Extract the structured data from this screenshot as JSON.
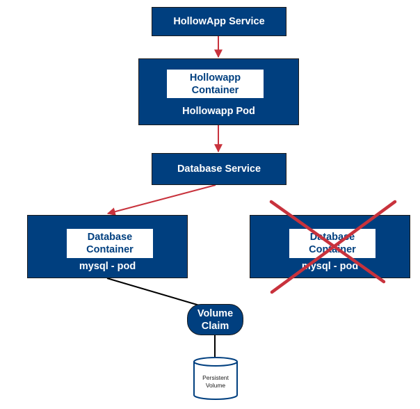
{
  "nodes": {
    "hollowapp_service": {
      "label": "HollowApp Service"
    },
    "hollowapp_pod": {
      "container_label": "Hollowapp Container",
      "pod_label": "Hollowapp Pod"
    },
    "database_service": {
      "label": "Database Service"
    },
    "mysql_pod_active": {
      "container_label": "Database Container",
      "pod_label": "mysql - pod"
    },
    "mysql_pod_failed": {
      "container_label": "Database Container",
      "pod_label": "mysql - pod"
    },
    "volume_claim": {
      "label": "Volume Claim"
    },
    "persistent_volume": {
      "label": "Persistent Volume"
    }
  },
  "colors": {
    "box_fill": "#003f7f",
    "arrow": "#c8323c",
    "cross": "#c8323c",
    "line": "#000000"
  }
}
